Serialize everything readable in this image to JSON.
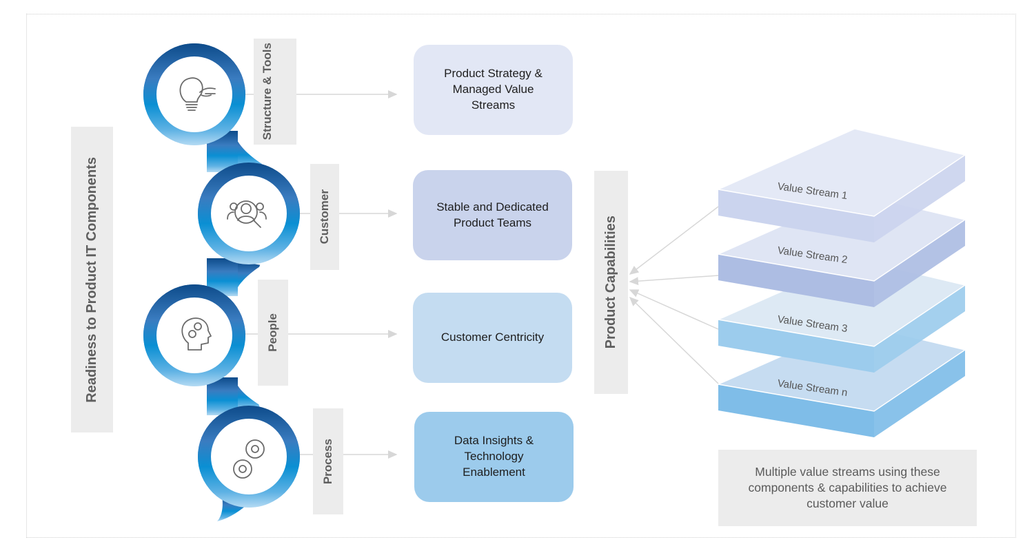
{
  "title": "Readiness to Product IT Components",
  "components": [
    {
      "label": "Structure & Tools",
      "icon": "lightbulb-hand-icon",
      "capability": "Product Strategy & Managed Value Streams",
      "box_color": "#e2e7f5"
    },
    {
      "label": "Customer",
      "icon": "customer-search-icon",
      "capability": "Stable and Dedicated Product Teams",
      "box_color": "#c9d3ec"
    },
    {
      "label": "People",
      "icon": "head-gears-icon",
      "capability": "Customer Centricity",
      "box_color": "#c4dcf1"
    },
    {
      "label": "Process",
      "icon": "gears-icon",
      "capability": "Data Insights & Technology Enablement",
      "box_color": "#9ccbec"
    }
  ],
  "product_capabilities_label": "Product Capabilities",
  "value_streams": [
    {
      "label": "Value Stream 1",
      "top": "#e4e9f6",
      "side": "#cbd4ee"
    },
    {
      "label": "Value Stream 2",
      "top": "#dfe5f4",
      "side": "#adbde3"
    },
    {
      "label": "Value Stream 3",
      "top": "#dde9f4",
      "side": "#9ccced"
    },
    {
      "label": "Value Stream n",
      "top": "#c6dcf1",
      "side": "#7fbde8"
    }
  ],
  "note": "Multiple value streams using these components & capabilities to achieve customer value",
  "colors": {
    "chain_top": "#0d4e8e",
    "chain_mid": "#0f91d3",
    "chain_bottom": "#a9d3f1",
    "label_bg": "#ececec",
    "label_text": "#5f5f5f",
    "connector": "#d7d7d7"
  }
}
